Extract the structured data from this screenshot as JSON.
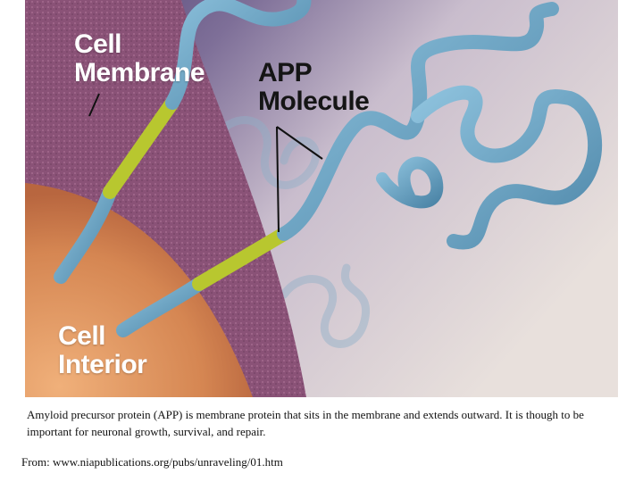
{
  "figure": {
    "labels": {
      "cell_membrane": "Cell\nMembrane",
      "app_molecule": "APP\nMolecule",
      "cell_interior": "Cell\nInterior"
    },
    "colors": {
      "background_purple": "#5a4a7c",
      "background_haze": "#d8cfd8",
      "membrane_band": "#8a5277",
      "interior": "#d88a5a",
      "protein_blue": "#5f9bbd",
      "transmembrane_segment": "#b7c52e"
    }
  },
  "caption": "Amyloid precursor protein (APP) is membrane protein that sits in the membrane and extends outward. It is though to be important for neuronal growth, survival, and repair.",
  "source": "From: www.niapublications.org/pubs/unraveling/01.htm"
}
